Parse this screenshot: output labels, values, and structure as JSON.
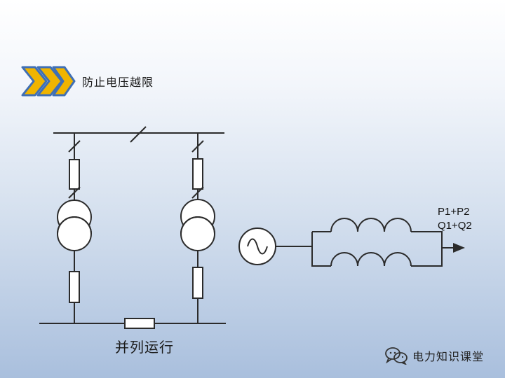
{
  "slide": {
    "title": "防止电压越限",
    "caption": "并列运行"
  },
  "diagram": {
    "flow_labels": [
      "P1+P2",
      "Q1+Q2"
    ],
    "icons": [
      "chevron-arrows-icon",
      "ac-source-icon",
      "transformer-icon",
      "inductor-icon"
    ]
  },
  "watermark": {
    "text": "电力知识课堂",
    "icon": "wechat-icon"
  },
  "colors": {
    "line": "#2b2b2b",
    "chevron_fill": "#f0b400",
    "chevron_stroke": "#3f6fb5",
    "background_top": "#ffffff",
    "background_bottom": "#a9bfdd"
  }
}
